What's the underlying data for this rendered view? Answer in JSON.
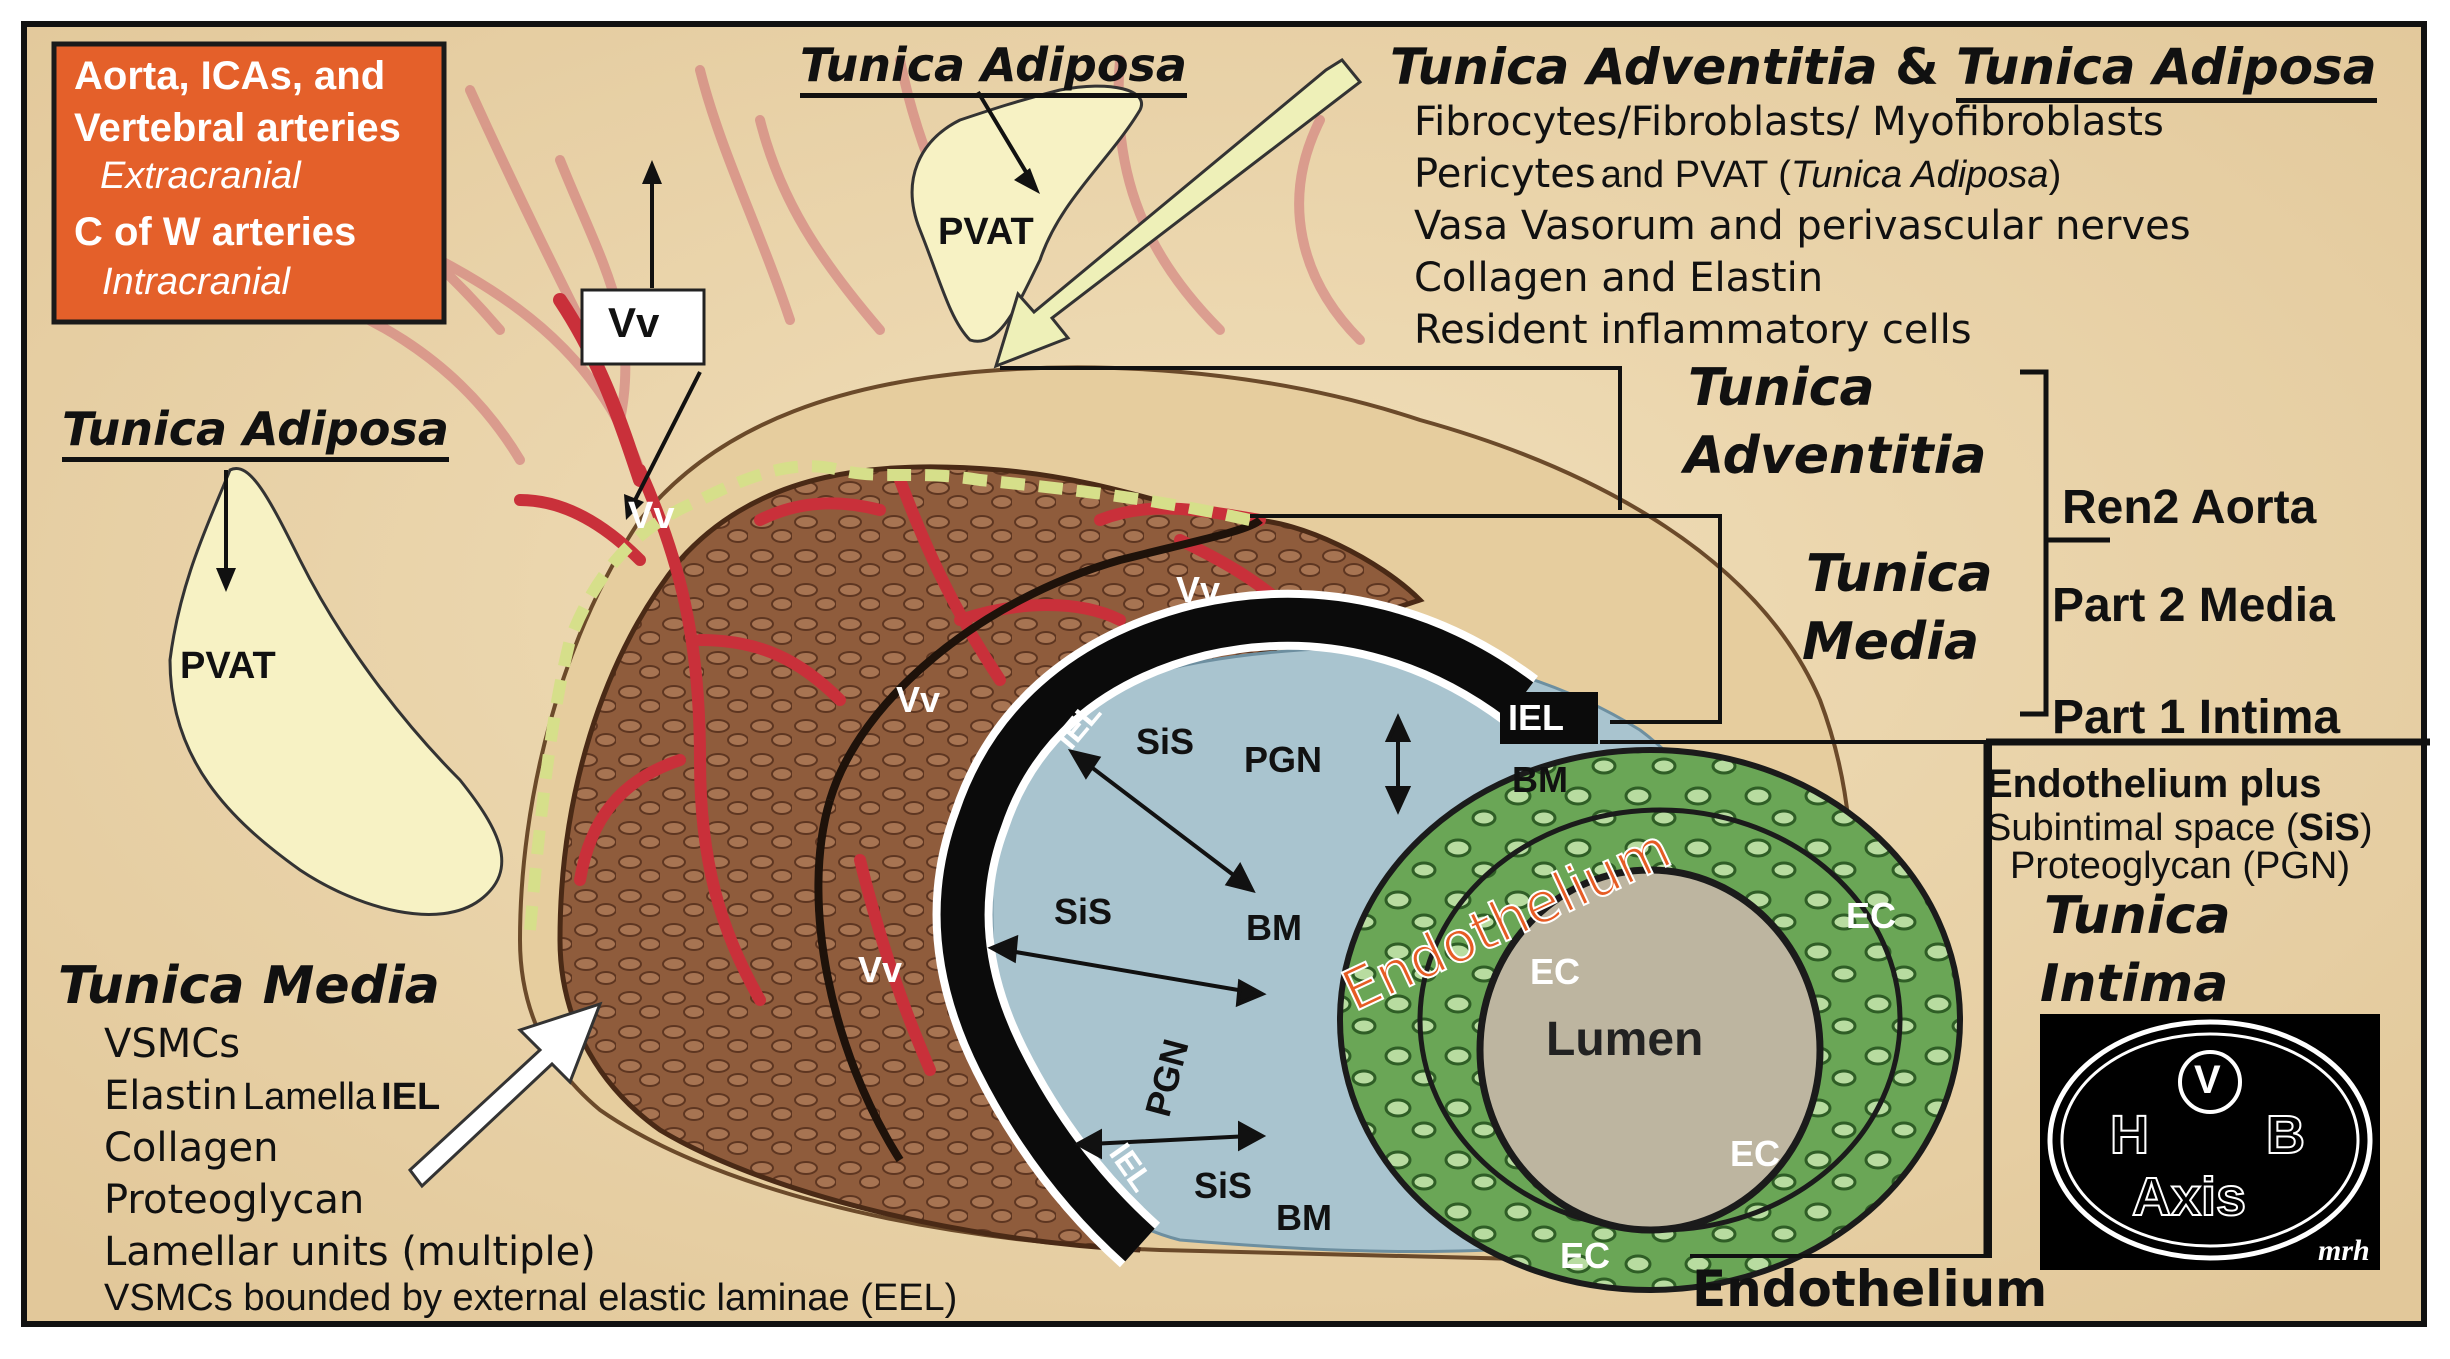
{
  "legend_box": {
    "line1": "Aorta, ICAs, and",
    "line2": "Vertebral arteries",
    "line3": "Extracranial",
    "line4": "C of W arteries",
    "line5": "Intracranial"
  },
  "adventitia_block": {
    "title_part1": "Tunica Adventitia",
    "amp": "&",
    "title_part2": "Tunica Adiposa",
    "items": [
      "Fibrocytes/Fibroblasts/ Myofibroblasts",
      "Vasa Vasorum and perivascular nerves",
      "Collagen and Elastin",
      "Resident inflammatory cells"
    ],
    "pericytes_a": "Pericytes",
    "pericytes_b": "and PVAT (",
    "pericytes_c": "Tunica Adiposa",
    "pericytes_d": ")"
  },
  "top_adiposa": "Tunica Adiposa",
  "left_adiposa": "Tunica Adiposa",
  "pvat": "PVAT",
  "vv": "Vv",
  "layers_bracket": {
    "adventitia_1": "Tunica",
    "adventitia_2": "Adventitia",
    "media_1": "Tunica",
    "media_2": "Media",
    "ren2": "Ren2 Aorta",
    "part2": "Part 2 Media",
    "part1": "Part 1 Intima"
  },
  "intima_block": {
    "line1": "Endothelium plus",
    "line2a": "Subintimal space (",
    "line2b": "SiS",
    "line2c": ")",
    "line3": "Proteoglycan (PGN)",
    "title1": "Tunica",
    "title2": "Intima"
  },
  "media_block": {
    "title": "Tunica Media",
    "items": [
      "VSMCs",
      "Collagen",
      "Proteoglycan",
      "Lamellar units (multiple)"
    ],
    "elastin_a": "Elastin",
    "elastin_b": "Lamella",
    "elastin_c": "IEL",
    "last": "VSMCs bounded by external elastic laminae (EEL)"
  },
  "inner_labels": {
    "iel": "IEL",
    "sis": "SiS",
    "pgn": "PGN",
    "bm": "BM",
    "ec": "EC",
    "lumen": "Lumen",
    "endothelium_curved": "Endothelium"
  },
  "bottom_endothelium": "Endothelium",
  "logo": {
    "v": "V",
    "h": "H",
    "b": "B",
    "axis": "Axis",
    "sig": "mrh"
  },
  "colors": {
    "background": "#efdcb4",
    "legend_box": "#e4602a",
    "pvat_fill": "#f7f2c4",
    "vessel_red": "#c8343a",
    "media_brown": "#8e5a3a",
    "intima_blue": "#a9c4cf",
    "endothelium_green": "#5f9e4c",
    "iel_black": "#0b0b0b",
    "dashed_eel": "#d6df8a"
  }
}
